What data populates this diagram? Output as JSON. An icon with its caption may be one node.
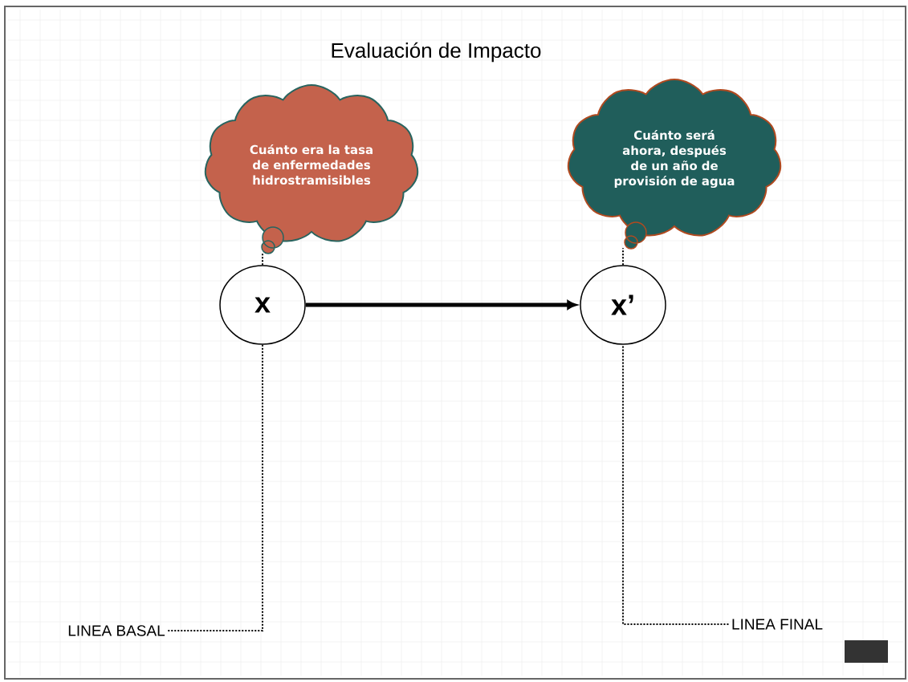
{
  "diagram": {
    "title": "Evaluación de Impacto",
    "nodes": [
      {
        "text": [
          "Cuánto era la tasa de enfermedades hidrostramisibles"
        ]
      },
      {
        "text": [
          "Cuánto será ahora, después de un año de provisión de agua"
        ]
      },
      {
        "text": [
          "x"
        ]
      },
      {
        "text": [
          "x’"
        ]
      },
      {
        "text": [
          "LINEA BASAL"
        ]
      },
      {
        "text": [
          "LINEA FINAL"
        ]
      }
    ],
    "edges": [
      {
        "from": 2,
        "to": 3,
        "arrow": "to",
        "style": "thick"
      },
      {
        "from": 4,
        "to": 2,
        "arrow": "none",
        "style": "dashed"
      },
      {
        "from": 2,
        "to": 0,
        "arrow": "none",
        "style": "dashed"
      },
      {
        "from": 5,
        "to": 3,
        "arrow": "none",
        "style": "dashed"
      },
      {
        "from": 3,
        "to": 1,
        "arrow": "none",
        "style": "dashed"
      }
    ]
  }
}
